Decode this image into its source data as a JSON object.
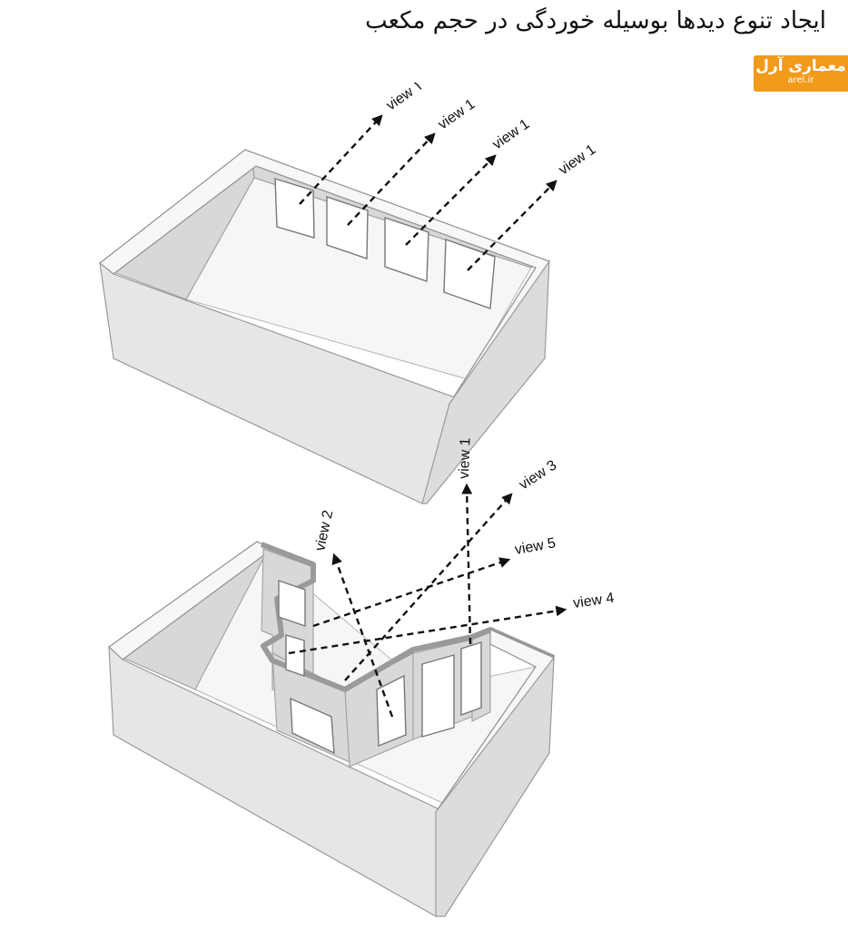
{
  "title": "ایجاد تنوع دیدها بوسیله خوردگی در حجم مکعب",
  "logo": {
    "brand": "معماری آرل",
    "domain": "arel.ir"
  },
  "top_box": {
    "labels": [
      "view ۱",
      "view 1",
      "view 1",
      "view 1"
    ]
  },
  "bottom_box": {
    "labels": [
      "view 1",
      "view 3",
      "view 2",
      "view 5",
      "view 4"
    ]
  }
}
